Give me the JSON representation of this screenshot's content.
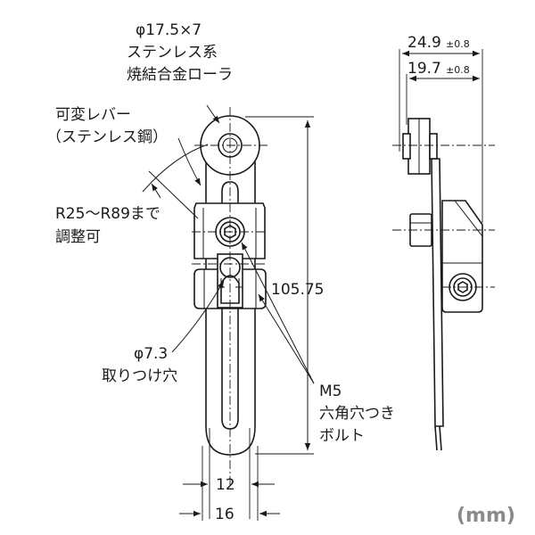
{
  "labels": {
    "roller_diameter": "φ17.5×7",
    "roller_material_1": "ステンレス系",
    "roller_material_2": "焼結合金ローラ",
    "lever_name": "可変レバー",
    "lever_material": "（ステンレス鋼）",
    "radius_range": "R25～R89まで",
    "radius_adjust": "調整可",
    "hole_diameter": "φ7.3",
    "hole_name": "取りつけ穴",
    "bolt_size": "M5",
    "bolt_name_1": "六角穴つき",
    "bolt_name_2": "ボルト"
  },
  "dimensions": {
    "total_length": "105.75",
    "width_inner": "12",
    "width_outer": "16",
    "depth_outer": "24.9",
    "depth_outer_tol": "±0.8",
    "depth_inner": "19.7",
    "depth_inner_tol": "±0.8"
  },
  "unit": "(mm)"
}
